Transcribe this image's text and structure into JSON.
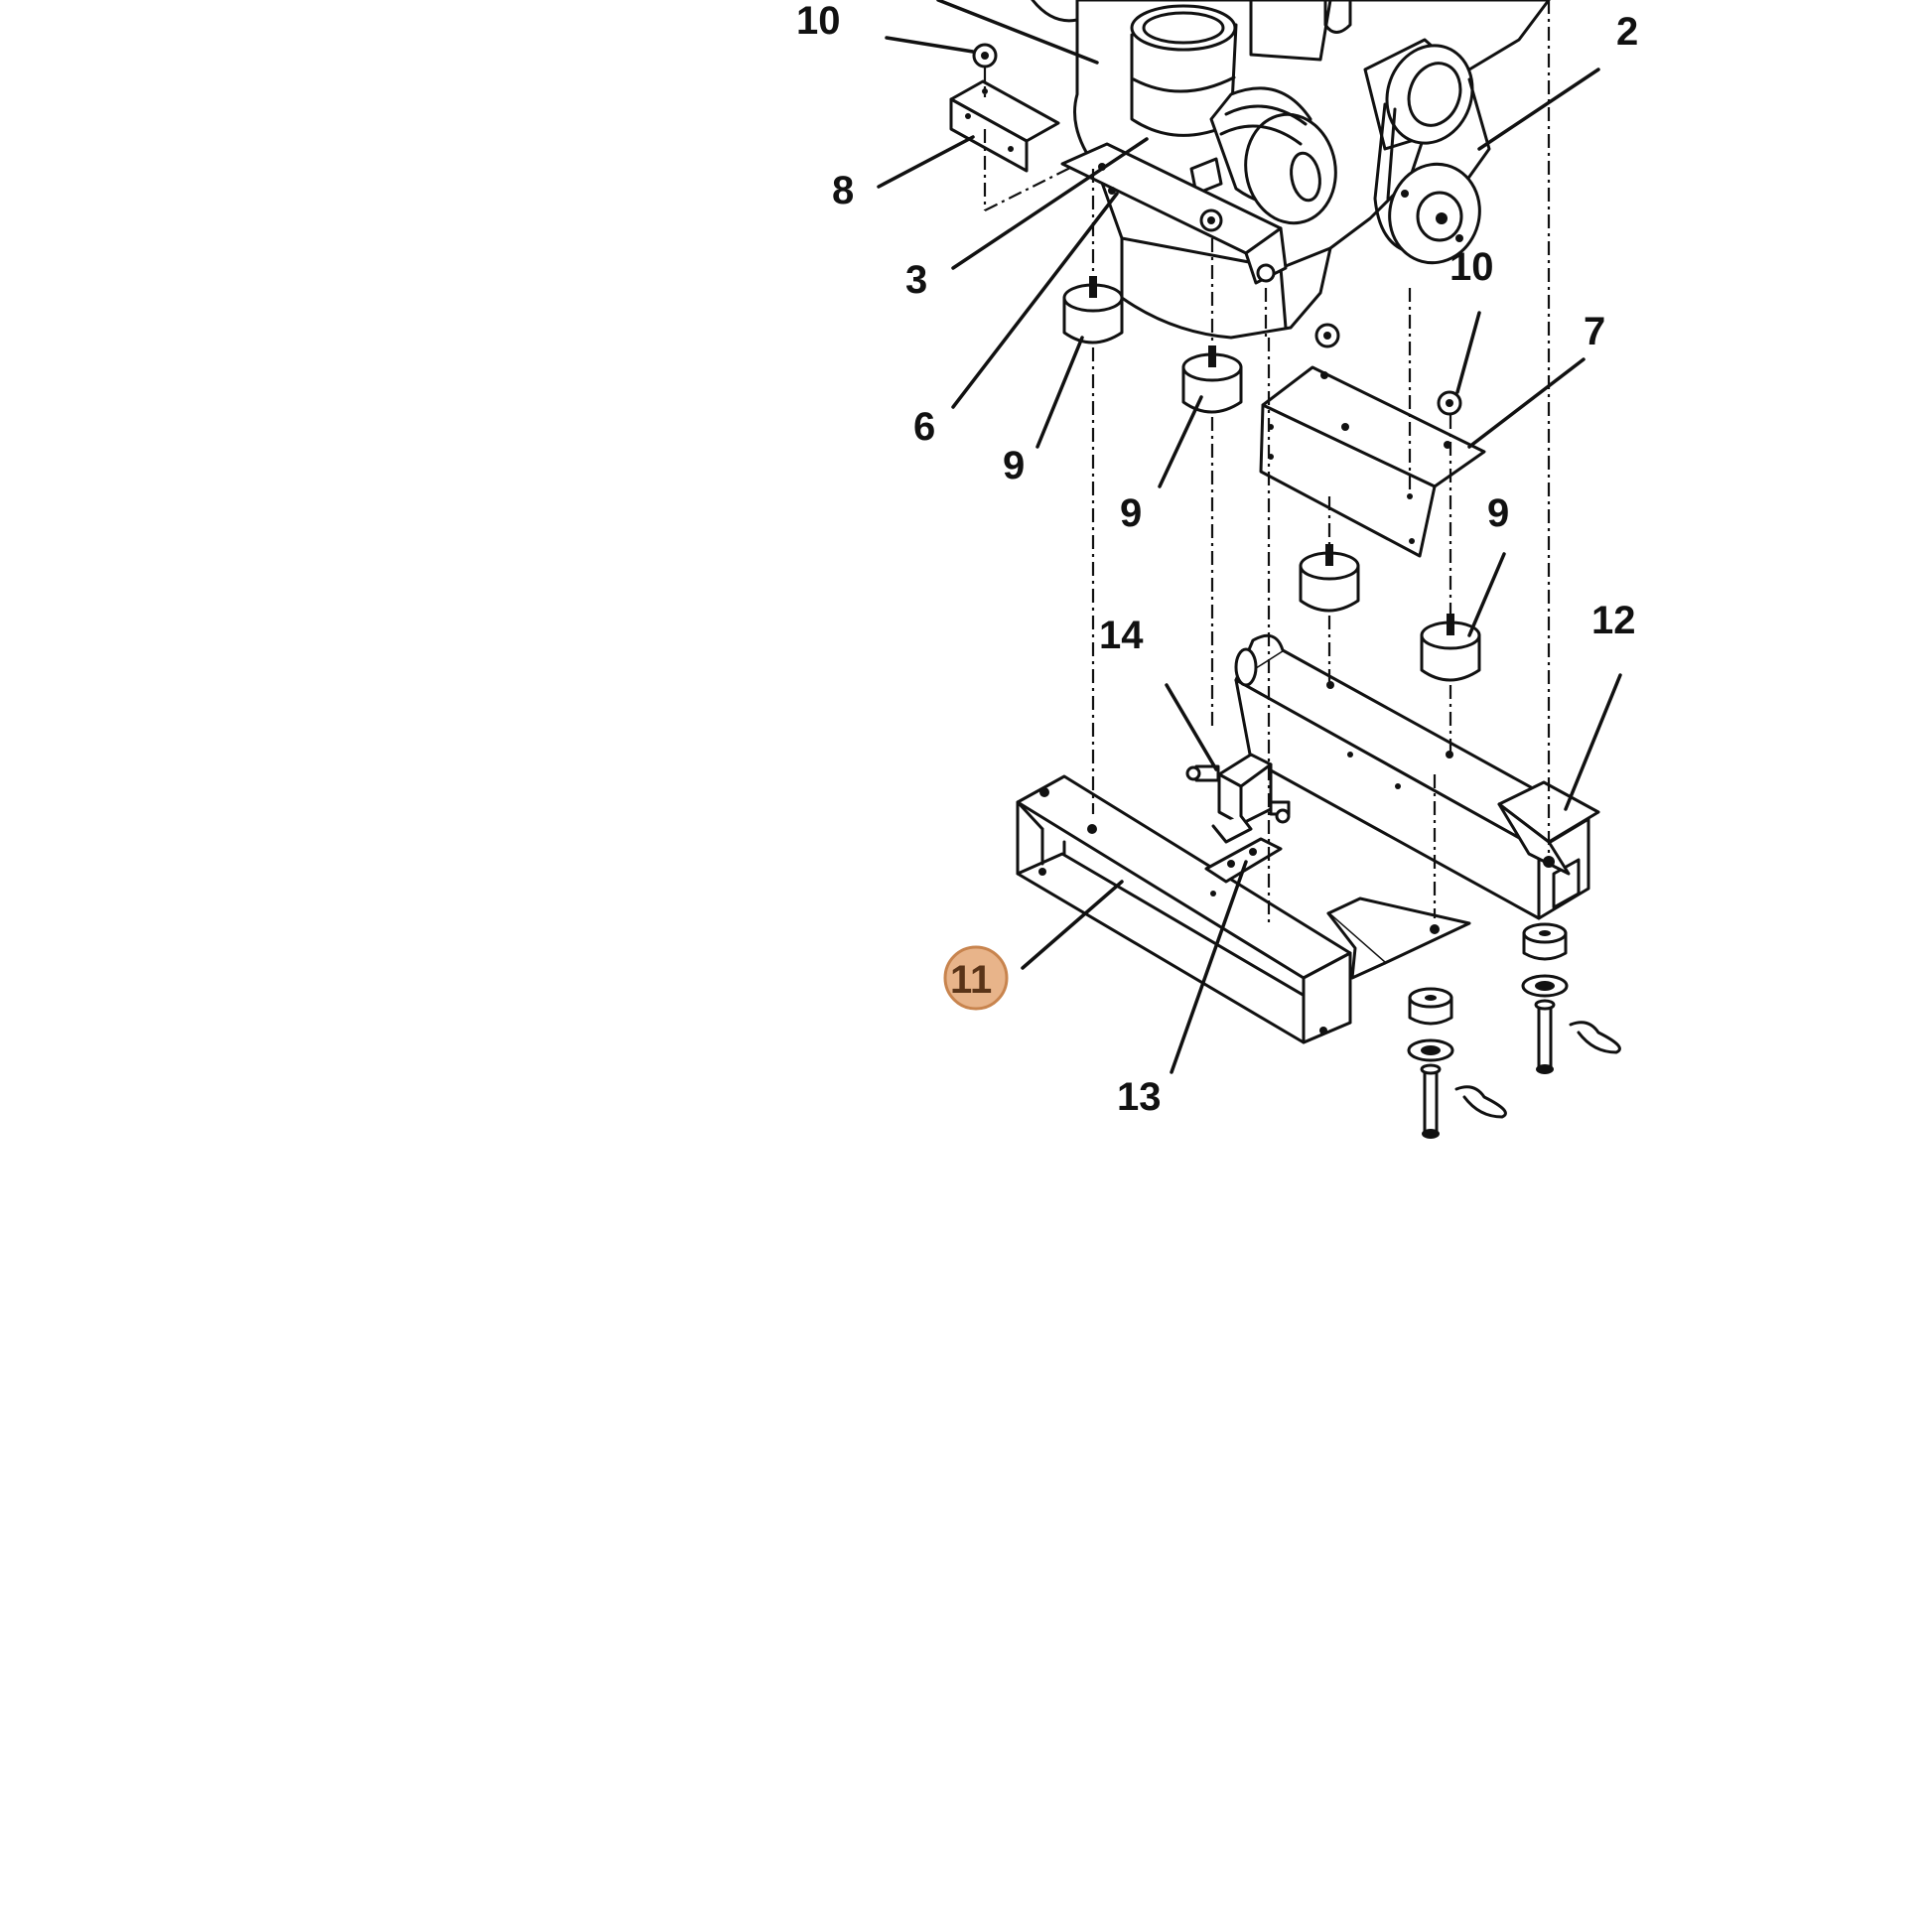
{
  "callouts": {
    "c10a": "10",
    "c2": "2",
    "c8": "8",
    "c3": "3",
    "c10b": "10",
    "c7": "7",
    "c6": "6",
    "c9a": "9",
    "c9b": "9",
    "c9c": "9",
    "c14": "14",
    "c12": "12",
    "c11": "11",
    "c13": "13"
  },
  "highlight": {
    "callout": "11",
    "fill": "#e8b48a",
    "stroke": "#c8844e"
  }
}
